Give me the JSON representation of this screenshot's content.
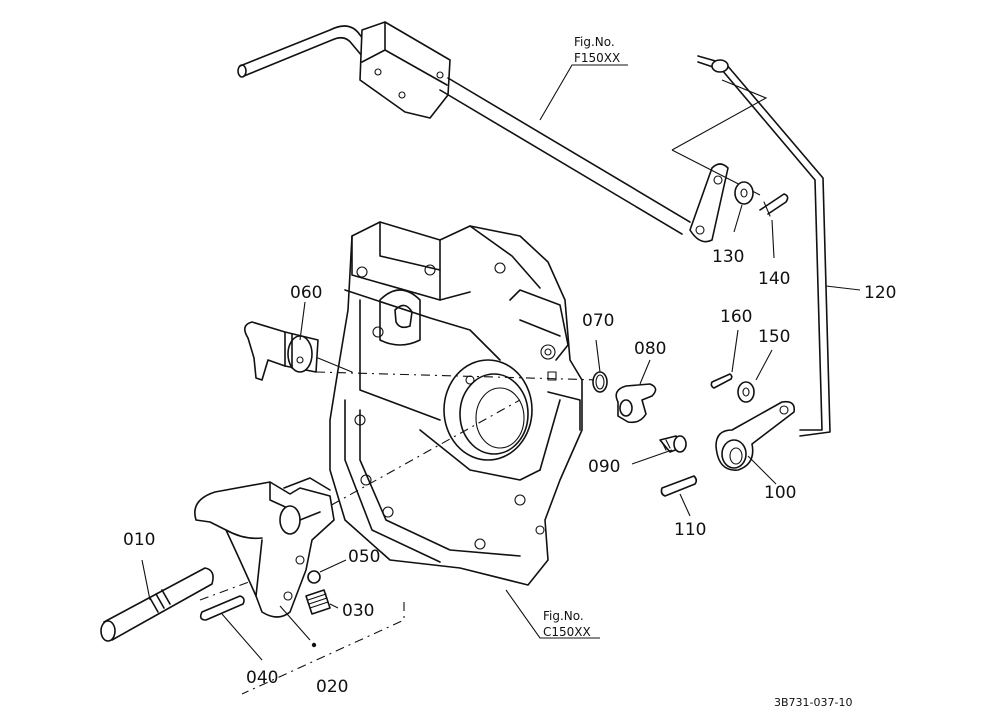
{
  "diagram": {
    "fig_refs": [
      {
        "line1": "Fig.No.",
        "line2": "F150XX"
      },
      {
        "line1": "Fig.No.",
        "line2": "C150XX"
      }
    ],
    "part_labels": {
      "p010": "010",
      "p020": "020",
      "p030": "030",
      "p040": "040",
      "p050": "050",
      "p060": "060",
      "p070": "070",
      "p080": "080",
      "p090": "090",
      "p100": "100",
      "p110": "110",
      "p120": "120",
      "p130": "130",
      "p140": "140",
      "p150": "150",
      "p160": "160"
    },
    "drawing_ref": "3B731-037-10"
  }
}
